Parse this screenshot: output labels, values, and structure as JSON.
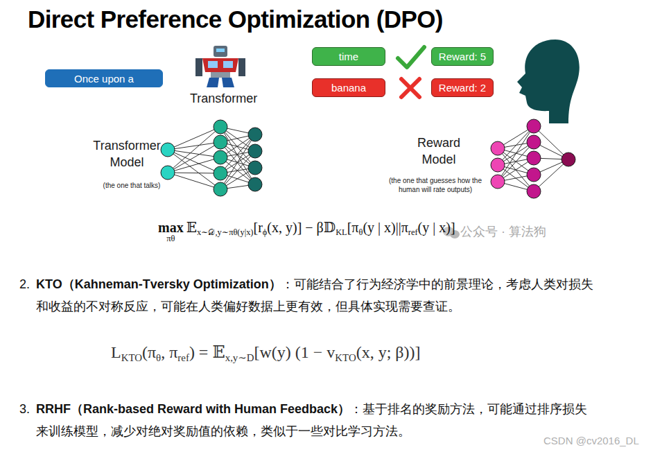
{
  "diagram": {
    "title": "Direct Preference Optimization (DPO)",
    "nodes": [
      {
        "text": [
          "Once upon a"
        ]
      },
      {
        "text": [
          "time"
        ]
      },
      {
        "text": [
          "Reward: 5"
        ]
      },
      {
        "text": [
          "banana"
        ]
      },
      {
        "text": [
          "Reward: 2"
        ]
      }
    ],
    "labels": [
      "Transformer",
      "Transformer Model",
      "(the one that talks)",
      "Reward Model",
      "(the one that guesses how the human will rate outputs)",
      "max",
      "πθ",
      "𝔼",
      "x∼𝒟,y∼πθ(y|x)",
      "[r",
      "ϕ",
      "(x, y)] − β𝔻",
      "KL",
      "[π",
      "θ",
      "(y | x)||π",
      "ref",
      "(y | x)]",
      "公众号 · 算法狗",
      "2.",
      "KTO（Kahneman-Tversky Optimization）",
      "：可能结合了行为经济学中的前景理论，考虑人类对损失和收益的不对称反应，可能在人类偏好数据上更有效，但具体实现需要查证。",
      "L",
      "KTO",
      "(π",
      "θ",
      ", π",
      "ref",
      ") = 𝔼",
      "x,y∼D",
      "[w(y) (1 − v",
      "KTO",
      "(x, y; β))]",
      "3.",
      "RRHF（Rank-based Reward with Human Feedback）",
      "：基于排名的奖励方法，可能通过排序损失来训练模型，减少对绝对奖励值的依赖，类似于一些对比学习方法。",
      "CSDN @cv2016_DL"
    ]
  }
}
